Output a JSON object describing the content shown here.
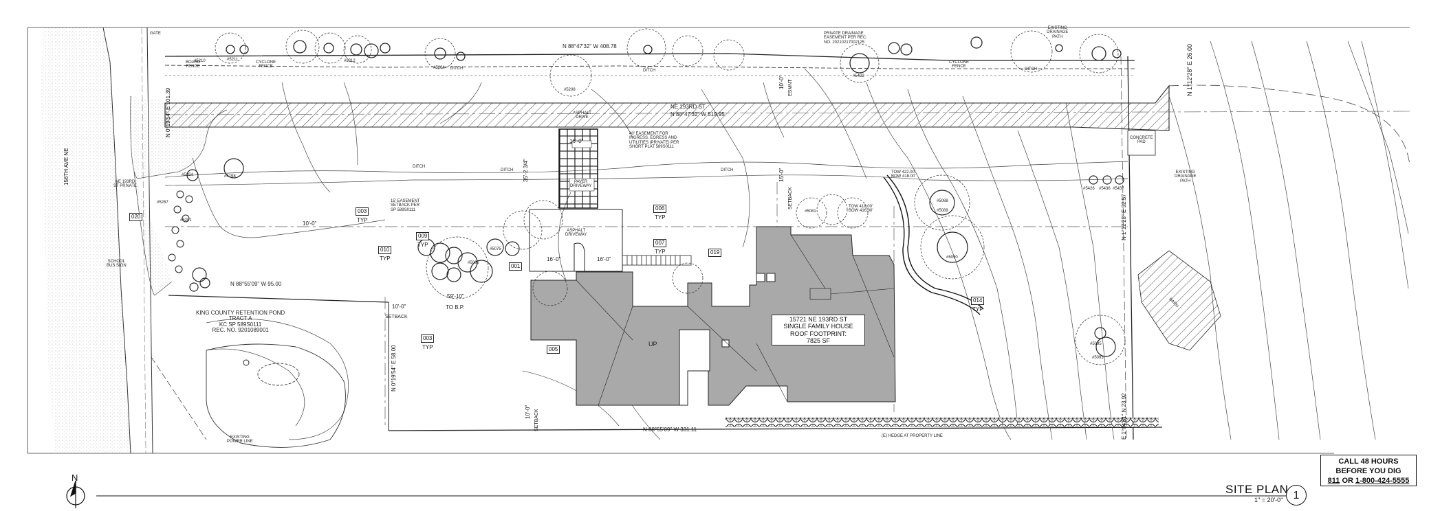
{
  "title_block": {
    "title": "SITE PLAN",
    "scale": "1\" = 20'-0\"",
    "sheet_number": "1",
    "north": "N"
  },
  "call_box": {
    "line1": "CALL 48 HOURS",
    "line2": "BEFORE YOU DIG",
    "line3_a": "811",
    "line3_b": " OR ",
    "line3_c": "1-800-424-5555"
  },
  "house": {
    "line1": "15721  NE 193RD ST",
    "line2": "SINGLE FAMILY HOUSE",
    "line3": "ROOF FOOTPRINT:",
    "line4": "7825 SF",
    "up": "UP"
  },
  "bearings": {
    "north_line": "N 88°47'32\"  W 408.78",
    "street_line": "N 88°47'32\"  W 519.95",
    "south_line": "N 88°55'09\"  W 331.11",
    "west_short": "N 88°55'09\"  W 95.00",
    "west_ne": "N 0°19'54\"\nE 101.39",
    "west_lower": "N 0°19'54\"  E 58.00",
    "east_top": "N 1°12'28\"  E 26.00",
    "east_mid": "N 1°12'28\"  E 92.57",
    "east_low": "E 1°04'51\"  N 23.92"
  },
  "streets": {
    "ne_193": "NE 193RD ST",
    "ave_156": "156TH AVE NE"
  },
  "labels": {
    "private_drainage": "PRIVATE DRAINAGE\nEASEMENT PER REC.\nNO. 20210217002125",
    "existing_drainage_path_top": "EXISTING\nDRAINAGE\nPATH",
    "existing_drainage_path_right": "EXISTING\nDRAINAGE\nPATH",
    "asphalt_drive": "ASPHALT\nDRIVE",
    "easement_note": "40' EASEMENT FOR\nINGRESS, EGRESS AND\nUTILITIES (PRIVATE) PER\nSHORT PLAT 589S0111",
    "paver_driveway": "PAVER\nDRIVEWAY",
    "asphalt_driveway": "ASPHALT\nDRIVEWAY",
    "concrete_pad": "CONCRETE\nPAD",
    "ne_193_private": "NE 193RD\nST PRIVATE",
    "school_bus": "SCHOOL\nBUS SIGN",
    "setback_15": "15' EASEMENT\nSETBACK PER\nSP 589S0111",
    "retention_pond": "KING COUNTY RETENTION POND\nTRACT A\nKC SP 589S0111\nREC. NO. 9201089001",
    "existing_power": "EXISTING\nPOWER LINE",
    "hedge": "(E) HEDGE AT PROPERTY LINE",
    "board_fence": "BOARD\nFENCE",
    "cyclone_fence": "CYCLONE\nFENCE",
    "cyclone_fence2": "CYCLONE\nFENCE",
    "ditch1": "DITCH",
    "ditch2": "DITCH",
    "ditch3": "DITCH",
    "ditch4": "DITCH",
    "ditch5": "DITCH",
    "ditch6": "DITCH",
    "barn": "BARN",
    "gate": "GATE",
    "tow1": "TOW 422.00'\nBOW 418.00'",
    "tow2": "TOW 418.00'\nBOW 416.00'",
    "to_bp": "TO B.P.",
    "setback": "SETBACK",
    "esmnt": "ESMNT",
    "dim_16_a": "16'-0\"",
    "dim_16_b": "16'-0\"",
    "dim_16_c": "16'-0\"",
    "dim_10_a": "10'-0\"",
    "dim_10_b": "10'-0\"",
    "dim_10_c": "10'-0\"",
    "dim_10_d": "10'-0\"",
    "dim_15": "15'-0\"",
    "dim_35": "35'-2 3/4\"",
    "dim_59": "59'-10\""
  },
  "tags": {
    "t001": "001",
    "t003a": "003",
    "t003b": "003",
    "t005": "005",
    "t006": "006",
    "t007": "007",
    "t009": "009",
    "t010": "010",
    "t014": "014",
    "t019": "019",
    "t020": "020",
    "typ": "TYP"
  },
  "tree_ids": [
    "#5210",
    "#5211",
    "#5212",
    "#5204",
    "#5208",
    "#5264",
    "#5267",
    "#5201",
    "#5198",
    "#5075",
    "#5002",
    "#5088",
    "#5089",
    "#5090",
    "#5426",
    "#5436",
    "#5437",
    "#5432",
    "#5095",
    "#5081",
    "#5093"
  ]
}
